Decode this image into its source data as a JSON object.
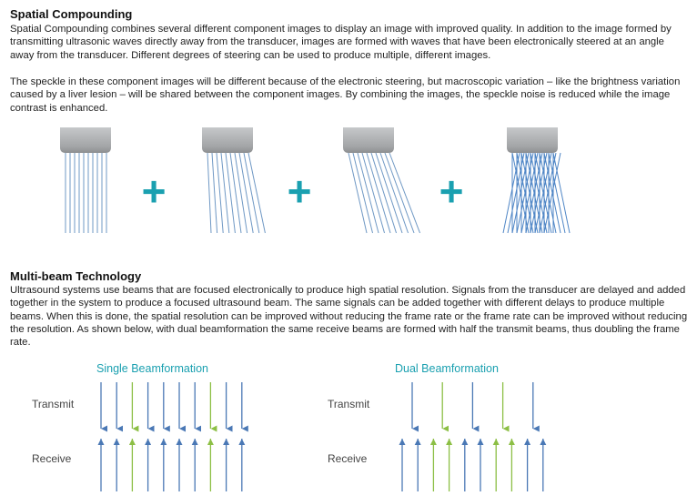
{
  "spatial": {
    "title": "Spatial Compounding",
    "paragraph1": "Spatial Compounding combines several different component images to display an image with improved quality.  In addition to the image formed by transmitting ultrasonic waves directly away from the transducer, images are formed with waves that have been electronically steered at an angle away from the transducer.  Different degrees of steering can be used to produce multiple, different images.",
    "paragraph2": "The speckle in these component images will be different because of the electronic steering, but macroscopic variation – like the brightness variation caused by a liver lesion – will be shared between the component images.  By combining the images, the speckle noise is reduced while the image contrast is enhanced.",
    "plus_symbol": "+"
  },
  "multibeam": {
    "title": "Multi-beam Technology",
    "paragraph": "Ultrasound systems use beams that are focused electronically to produce high spatial resolution.  Signals from the transducer are delayed and added together in the system to produce a focused ultrasound beam.  The same signals can be added together with different delays to produce multiple beams.  When this is done, the spatial resolution can be improved without reducing the frame rate or the frame rate can be improved without reducing the resolution.  As shown below, with dual beamformation the same receive beams are formed with half the transmit beams, thus doubling the frame rate.",
    "single": {
      "title": "Single Beamformation",
      "transmit_label": "Transmit",
      "receive_label": "Receive",
      "transmit_colors": [
        "blue",
        "blue",
        "green",
        "blue",
        "blue",
        "blue",
        "blue",
        "green",
        "blue",
        "blue"
      ],
      "receive_colors": [
        "blue",
        "blue",
        "green",
        "blue",
        "blue",
        "blue",
        "blue",
        "green",
        "blue",
        "blue"
      ]
    },
    "dual": {
      "title": "Dual Beamformation",
      "transmit_label": "Transmit",
      "receive_label": "Receive",
      "transmit_colors": [
        "blue",
        "green",
        "blue",
        "green",
        "blue"
      ],
      "receive_colors": [
        "blue",
        "blue",
        "green",
        "green",
        "blue",
        "blue",
        "green",
        "green",
        "blue",
        "blue"
      ]
    }
  },
  "colors": {
    "accent": "#1aa0b0",
    "beam_blue": "#4a78b5",
    "beam_green": "#8cbf45",
    "steer_line": "#6f98c4",
    "transducer": "#a7a9ab"
  }
}
